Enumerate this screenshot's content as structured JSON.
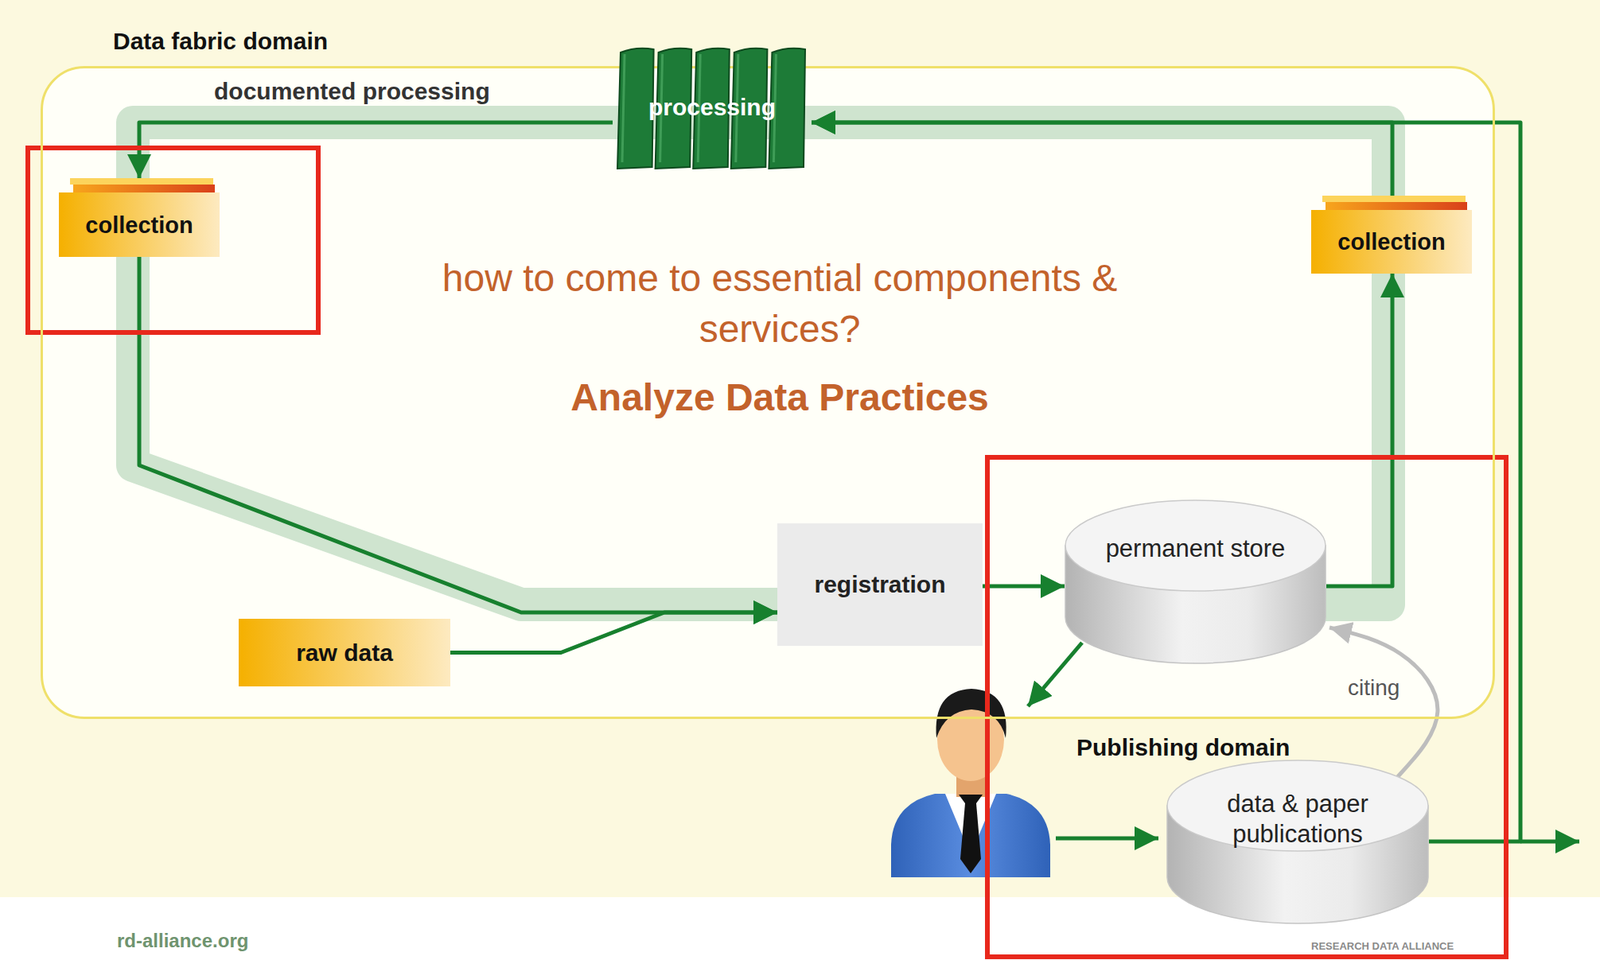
{
  "diagram": {
    "nodes": [
      {
        "text": [
          "Data fabric domain"
        ]
      },
      {
        "text": [
          "processing"
        ],
        "in": 0
      },
      {
        "text": [
          "collection"
        ],
        "in": 0
      },
      {
        "text": [
          "collection"
        ],
        "in": 0
      },
      {
        "text": [
          "raw data"
        ],
        "in": 0
      },
      {
        "text": [
          "registration"
        ],
        "in": 0
      },
      {
        "text": [
          "permanent store"
        ],
        "in": 0
      },
      {
        "text": [
          "data & paper publications"
        ]
      }
    ],
    "edges": [
      {
        "from": 1,
        "to": 2,
        "label": "documented processing",
        "arrow": "to"
      },
      {
        "from": 2,
        "to": 5,
        "arrow": "to"
      },
      {
        "from": 4,
        "to": 5,
        "arrow": "to"
      },
      {
        "from": 5,
        "to": 6,
        "arrow": "to"
      },
      {
        "from": 6,
        "to": 3,
        "arrow": "to"
      },
      {
        "from": 3,
        "to": 1,
        "arrow": "to"
      },
      {
        "from": 7,
        "to": 1,
        "arrow": "to"
      },
      {
        "from": 7,
        "to": 6,
        "label": "citing",
        "arrow": "to"
      }
    ],
    "labels": [
      "how to come to essential components & services?",
      "Analyze Data Practices",
      "Publishing domain",
      "rd-alliance.org",
      "RESEARCH DATA ALLIANCE"
    ]
  }
}
